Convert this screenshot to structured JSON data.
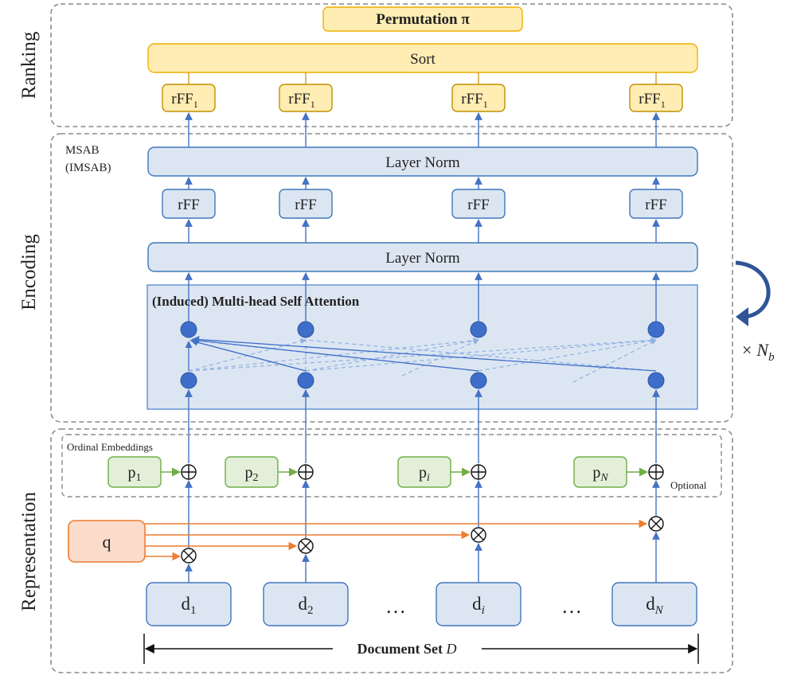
{
  "sections": {
    "ranking": "Ranking",
    "encoding": "Encoding",
    "representation": "Representation"
  },
  "ranking": {
    "permutation": "Permutation π",
    "sort": "Sort",
    "rff_base": "rFF",
    "rff_sub": "1"
  },
  "encoding": {
    "msab_line1": "MSAB",
    "msab_line2": "(IMSAB)",
    "layer_norm_top": "Layer Norm",
    "layer_norm_bottom": "Layer Norm",
    "rff": "rFF",
    "attention_title": "(Induced) Multi-head Self Attention",
    "repeat_times": "×",
    "repeat_var": "N",
    "repeat_sub": "b"
  },
  "representation": {
    "ordinal_embeddings": "Ordinal Embeddings",
    "optional": "Optional",
    "query": "q",
    "ellipsis": "…",
    "document_set_label": "Document Set",
    "document_set_var": "D",
    "positions": [
      {
        "base": "p",
        "sub": "1"
      },
      {
        "base": "p",
        "sub": "2"
      },
      {
        "base": "p",
        "sub": "i"
      },
      {
        "base": "p",
        "sub": "N"
      }
    ],
    "documents": [
      {
        "base": "d",
        "sub": "1"
      },
      {
        "base": "d",
        "sub": "2"
      },
      {
        "base": "d",
        "sub": "i"
      },
      {
        "base": "d",
        "sub": "N"
      }
    ]
  },
  "colors": {
    "blue_fill": "#dce6f2",
    "blue_stroke": "#3f77bc",
    "node_fill": "#3e6ec9",
    "yellow_fill": "#ffedb3",
    "yellow_stroke": "#f0b000",
    "orange_fill": "#fbdccb",
    "orange_stroke": "#ed7d31",
    "green_fill": "#e3efd9",
    "green_stroke": "#70ad47",
    "dashed_border": "#8c8c8c"
  }
}
